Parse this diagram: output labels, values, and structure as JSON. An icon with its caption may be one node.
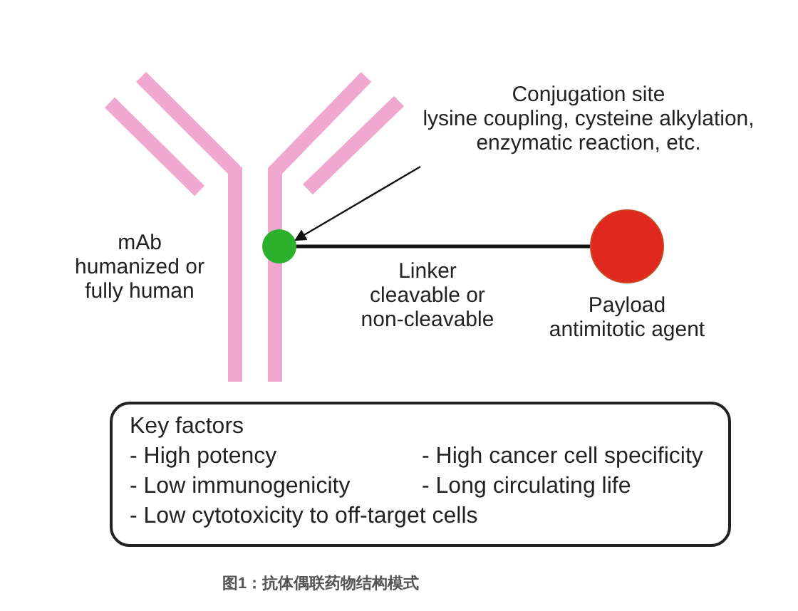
{
  "diagram": {
    "caption": "图1：抗体偶联药物结构模式",
    "nodes": [
      {
        "text": [
          "Conjugation site",
          "lysine coupling, cysteine alkylation, enzymatic reaction, etc."
        ]
      },
      {
        "text": [],
        "shape": "circle"
      },
      {
        "text": [],
        "shape": "circle",
        "beside": [
          "Payload",
          "antimitotic agent"
        ]
      },
      {
        "text": [
          "Key factors",
          "- High potency",
          "- High cancer cell specificity",
          "- Low immunogenicity",
          "- Long circulating life",
          "- Low cytotoxicity to off-target cells"
        ]
      }
    ],
    "edges": [
      {
        "from": 0,
        "to": 1,
        "arrow": "to"
      },
      {
        "from": 1,
        "to": 2,
        "arrow": "none",
        "label": "Linker cleavable or non-cleavable"
      }
    ],
    "labels": [
      "mAb humanized or fully human"
    ]
  }
}
